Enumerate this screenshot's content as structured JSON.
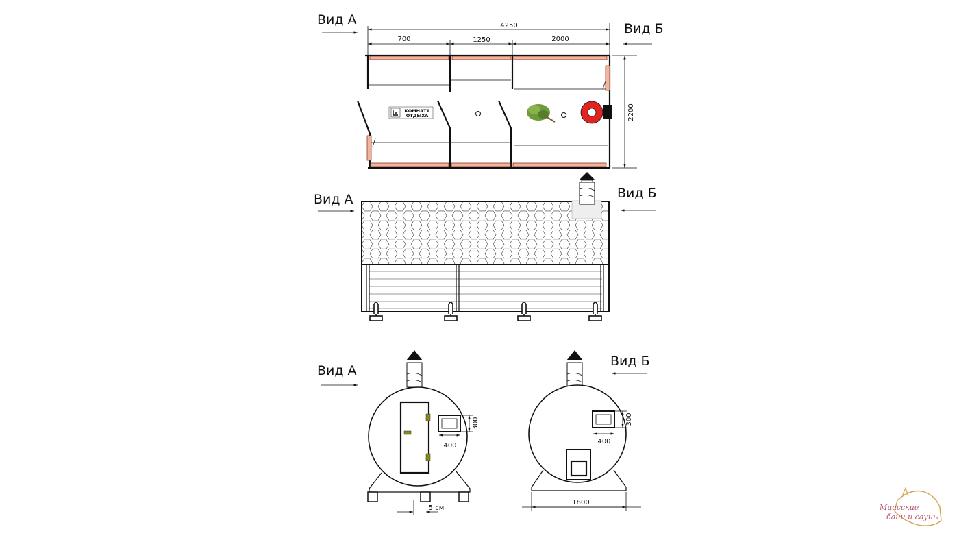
{
  "labels": {
    "view_a": "Вид А",
    "view_b": "Вид Б"
  },
  "plan": {
    "total_length": "4250",
    "sections": [
      "700",
      "1250",
      "2000"
    ],
    "width": "2200",
    "sign_line1": "КОМНАТА",
    "sign_line2": "ОТДЫХА"
  },
  "end_view_a": {
    "window_width": "400",
    "window_height": "300",
    "foot_gap": "5 см"
  },
  "end_view_b": {
    "window_width": "400",
    "window_height": "300",
    "diameter": "1800"
  },
  "watermark": {
    "line1": "Миасские",
    "line2": "бани и сауны"
  },
  "colors": {
    "line": "#111111",
    "bench": "#f2b49c",
    "stove": "#e32222",
    "hinge": "#8a8a1a",
    "logo": "#b3566a"
  }
}
